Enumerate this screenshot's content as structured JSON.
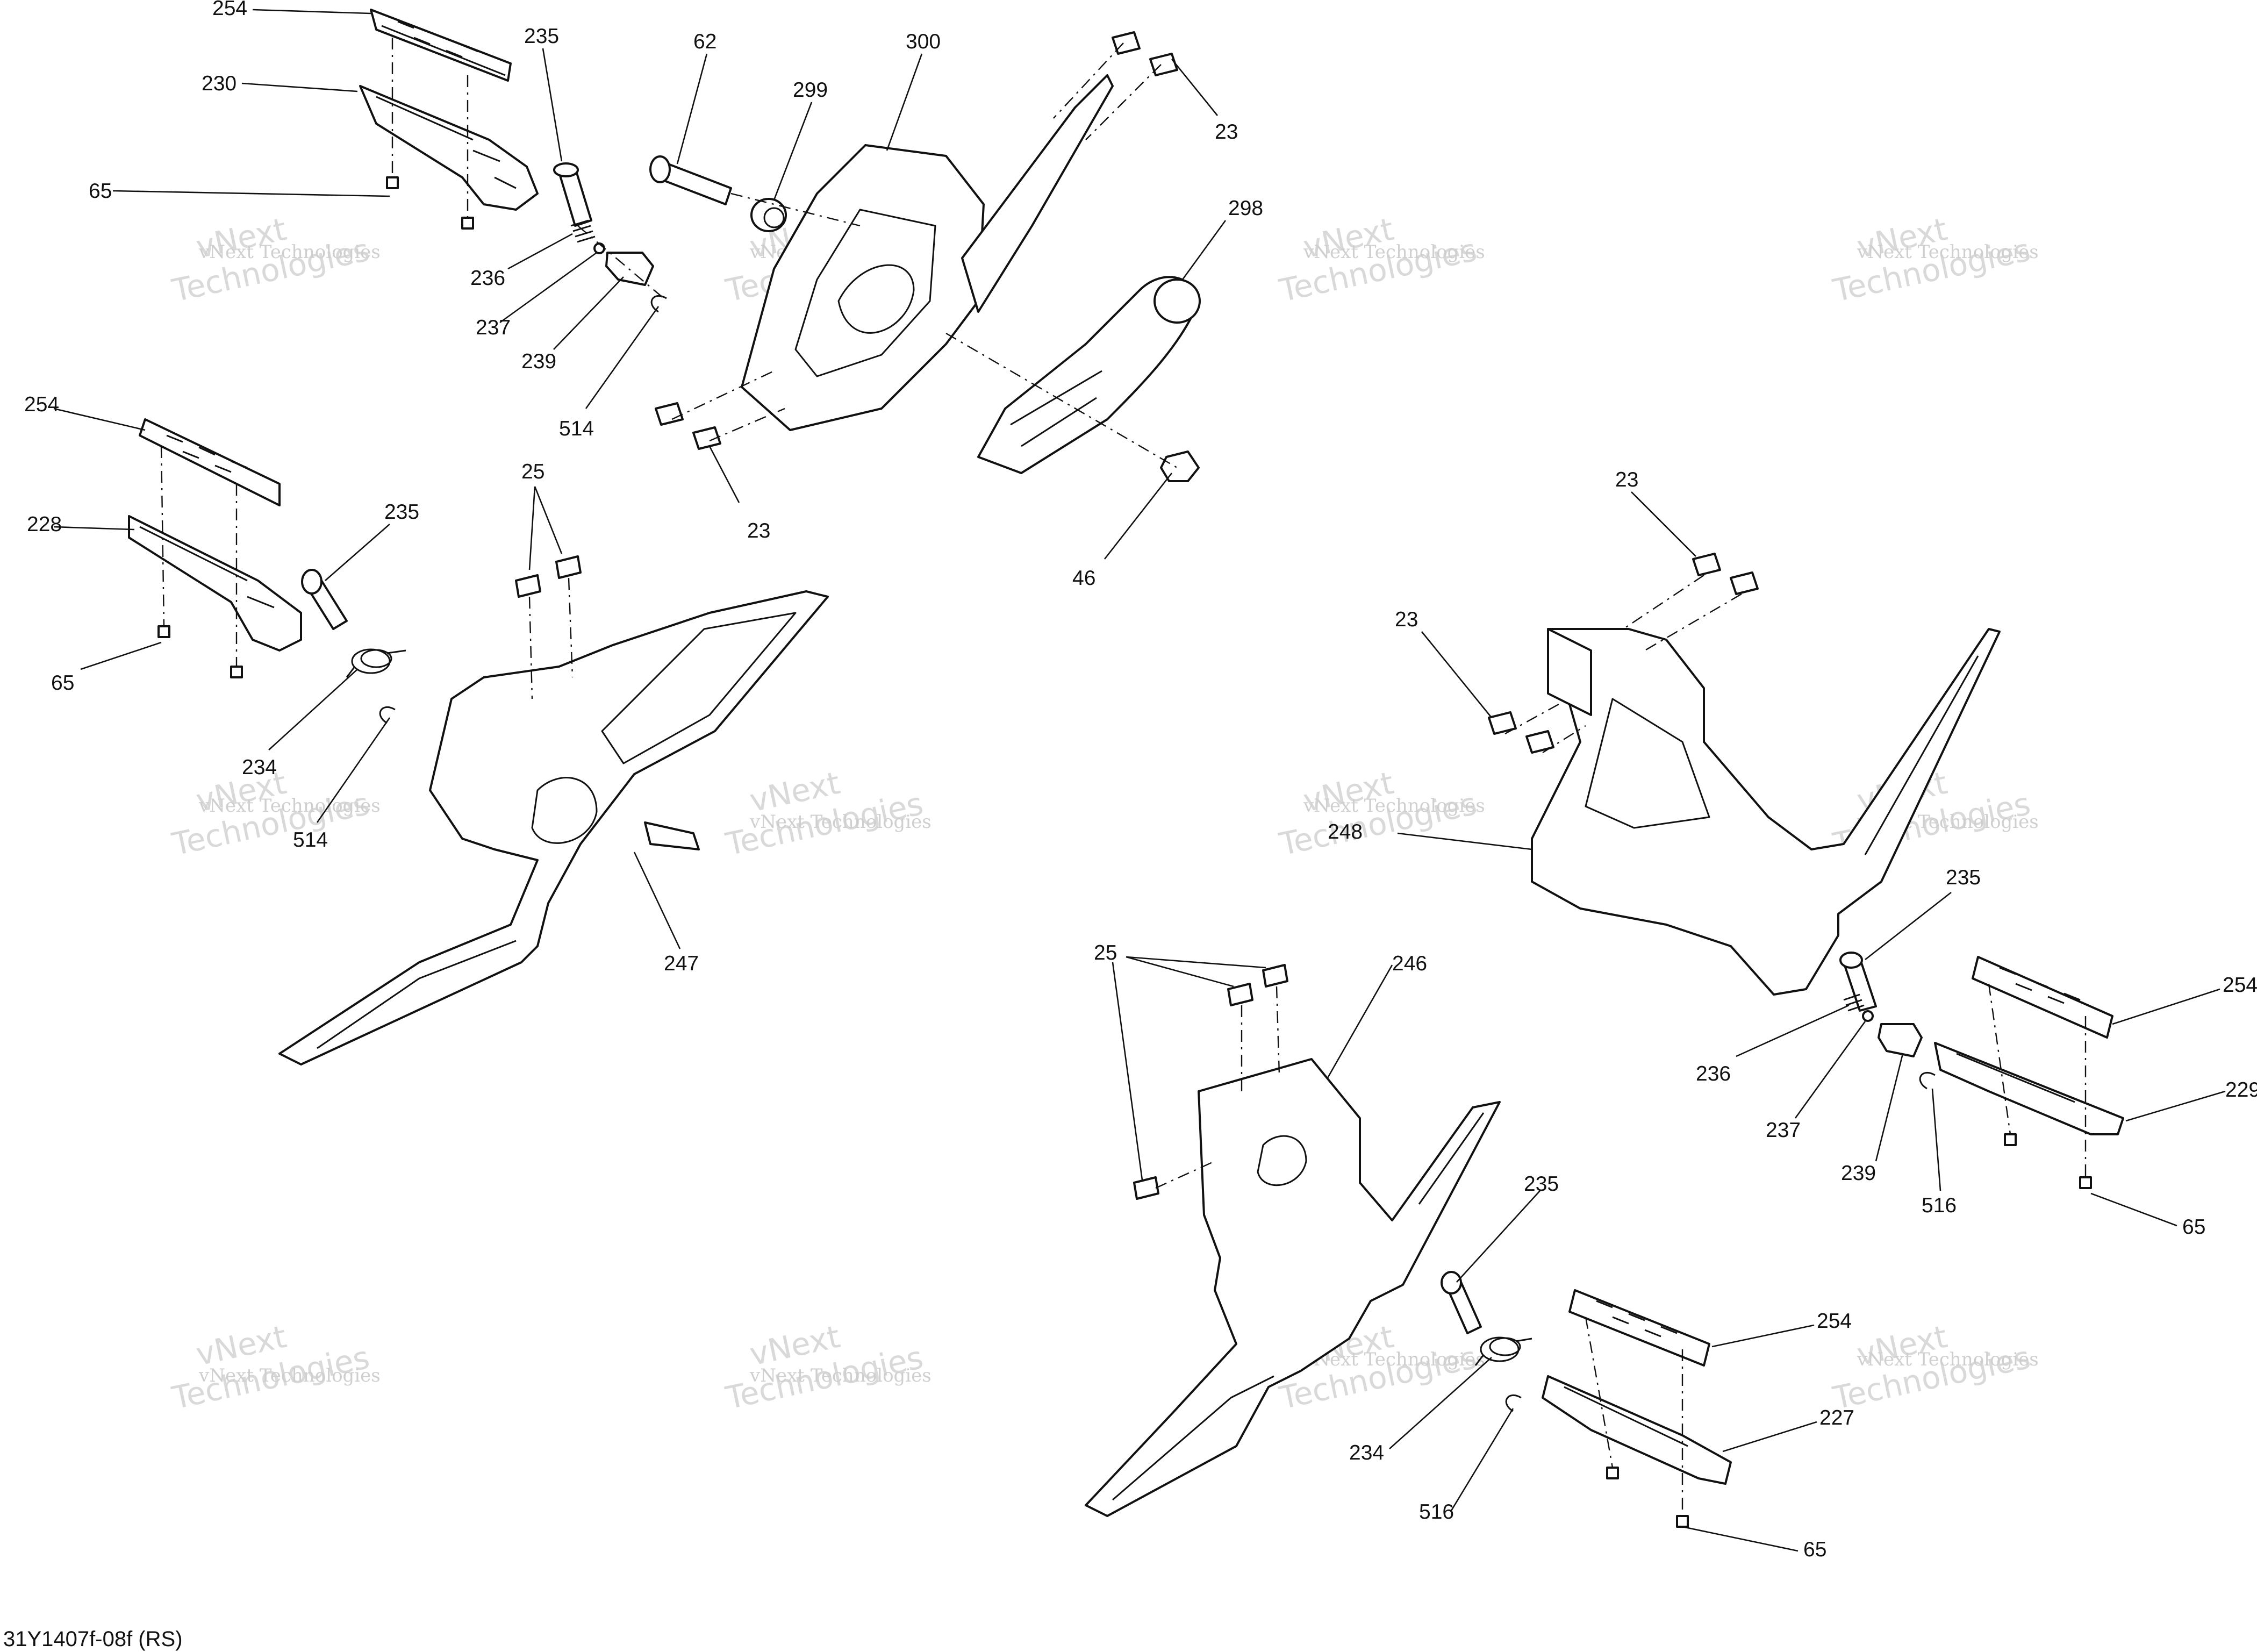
{
  "drawing_ref": "31Y1407f-08f (RS)",
  "watermark": {
    "line1": "vNext Technologies",
    "line2": "vNext",
    "line3": "Technologies"
  },
  "callouts": [
    {
      "id": "c254a",
      "text": "254"
    },
    {
      "id": "c230",
      "text": "230"
    },
    {
      "id": "c235a",
      "text": "235"
    },
    {
      "id": "c65a",
      "text": "65"
    },
    {
      "id": "c236a",
      "text": "236"
    },
    {
      "id": "c237a",
      "text": "237"
    },
    {
      "id": "c239a",
      "text": "239"
    },
    {
      "id": "c514a",
      "text": "514"
    },
    {
      "id": "c62",
      "text": "62"
    },
    {
      "id": "c299",
      "text": "299"
    },
    {
      "id": "c300",
      "text": "300"
    },
    {
      "id": "c23a",
      "text": "23"
    },
    {
      "id": "c298",
      "text": "298"
    },
    {
      "id": "c23b",
      "text": "23"
    },
    {
      "id": "c46",
      "text": "46"
    },
    {
      "id": "c254b",
      "text": "254"
    },
    {
      "id": "c228",
      "text": "228"
    },
    {
      "id": "c235b",
      "text": "235"
    },
    {
      "id": "c25a",
      "text": "25"
    },
    {
      "id": "c65b",
      "text": "65"
    },
    {
      "id": "c234a",
      "text": "234"
    },
    {
      "id": "c514b",
      "text": "514"
    },
    {
      "id": "c247",
      "text": "247"
    },
    {
      "id": "c23c",
      "text": "23"
    },
    {
      "id": "c23d",
      "text": "23"
    },
    {
      "id": "c248",
      "text": "248"
    },
    {
      "id": "c235c",
      "text": "235"
    },
    {
      "id": "c254c",
      "text": "254"
    },
    {
      "id": "c229",
      "text": "229"
    },
    {
      "id": "c236b",
      "text": "236"
    },
    {
      "id": "c237b",
      "text": "237"
    },
    {
      "id": "c239b",
      "text": "239"
    },
    {
      "id": "c516a",
      "text": "516"
    },
    {
      "id": "c65c",
      "text": "65"
    },
    {
      "id": "c25b",
      "text": "25"
    },
    {
      "id": "c246",
      "text": "246"
    },
    {
      "id": "c235d",
      "text": "235"
    },
    {
      "id": "c254d",
      "text": "254"
    },
    {
      "id": "c227",
      "text": "227"
    },
    {
      "id": "c234b",
      "text": "234"
    },
    {
      "id": "c516b",
      "text": "516"
    },
    {
      "id": "c65d",
      "text": "65"
    }
  ]
}
